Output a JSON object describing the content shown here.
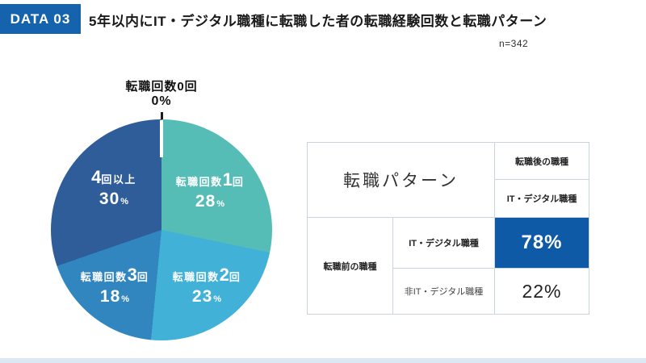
{
  "header": {
    "badge": "DATA 03",
    "title": "5年以内にIT・デジタル職種に転職した者の転職経験回数と転職パターン",
    "sample_size": "n=342"
  },
  "chart_data": {
    "type": "pie",
    "categories": [
      "転職回数0回",
      "転職回数1回",
      "転職回数2回",
      "転職回数3回",
      "4回以上"
    ],
    "values": [
      0,
      28,
      23,
      18,
      30
    ],
    "unit": "%",
    "legend": "none",
    "zero_label": {
      "line1": "転職回数0回",
      "line2": "0%"
    },
    "percent_symbol": "%",
    "slices": [
      {
        "category": "転職回数0回",
        "value": 0,
        "color": null,
        "label_prefix": "転職回数",
        "label_big": "0",
        "label_suffix": "回"
      },
      {
        "category": "転職回数1回",
        "value": 28,
        "color": "#56bdb6",
        "label_prefix": "転職回数",
        "label_big": "1",
        "label_suffix": "回"
      },
      {
        "category": "転職回数2回",
        "value": 23,
        "color": "#41b1d8",
        "label_prefix": "転職回数",
        "label_big": "2",
        "label_suffix": "回"
      },
      {
        "category": "転職回数3回",
        "value": 18,
        "color": "#3186bf",
        "label_prefix": "転職回数",
        "label_big": "3",
        "label_suffix": "回"
      },
      {
        "category": "4回以上",
        "value": 30,
        "color": "#2f5d99",
        "label_prefix": "",
        "label_big": "4",
        "label_suffix": "回以上"
      }
    ]
  },
  "table": {
    "corner_label": "転職パターン",
    "after_header": "転職後の職種",
    "after_sub_header": "IT・デジタル職種",
    "before_header": "転職前の職種",
    "rows": [
      {
        "label": "IT・デジタル職種",
        "value": "78%",
        "highlight": true
      },
      {
        "label": "非IT・デジタル職種",
        "value": "22%",
        "highlight": false
      }
    ]
  },
  "colors": {
    "badge_bg": "#1563ac",
    "highlight_cell_bg": "#0e5aa6",
    "footer_strip": "#dce9f5"
  }
}
